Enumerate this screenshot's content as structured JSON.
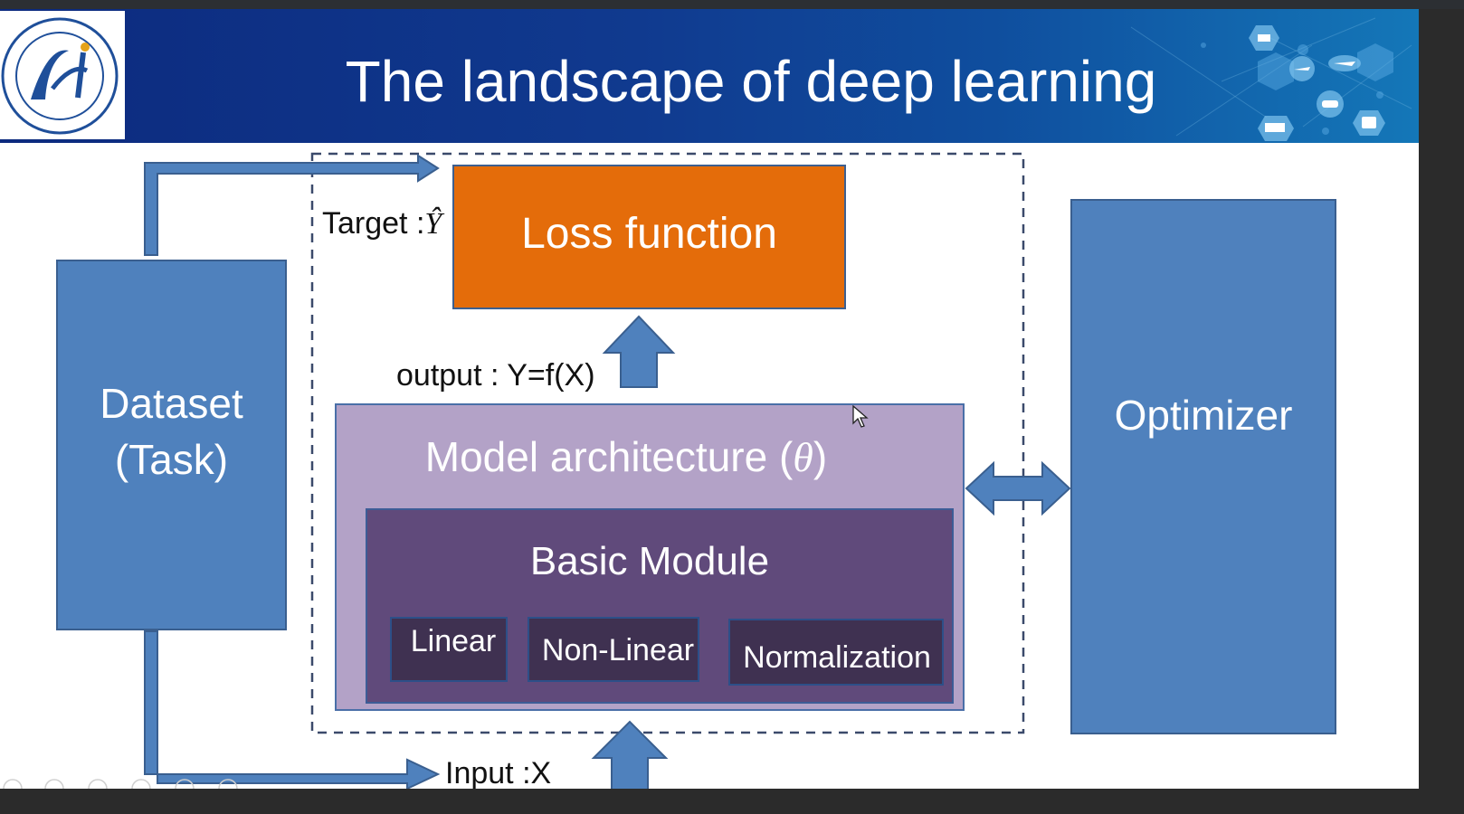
{
  "slide": {
    "title": "The landscape of deep learning"
  },
  "diagram": {
    "dataset": {
      "line1": "Dataset",
      "line2": "(Task)"
    },
    "optimizer": "Optimizer",
    "loss_function": "Loss function",
    "target_label": {
      "text": "Target :",
      "symbol": "Ŷ"
    },
    "output_label": "output : Y=f(X)",
    "input_label": "Input :X",
    "model_architecture": {
      "text": "Model architecture (",
      "symbol": "θ",
      "close": ")"
    },
    "basic_module": {
      "title": "Basic Module",
      "items": [
        "Linear",
        "Non-Linear",
        "Normalization"
      ]
    }
  },
  "colors": {
    "header_blue": "#0c2a7e",
    "box_blue": "#4f81bd",
    "loss_orange": "#e46c0a",
    "model_lavender": "#b3a2c7",
    "module_purple": "#604a7b",
    "submodule_dark": "#3f3151"
  },
  "icons": [
    "university-logo-icon",
    "satellite-icon",
    "airplane-icon",
    "car-icon",
    "truck-icon",
    "bus-icon",
    "mouse-cursor-icon"
  ]
}
